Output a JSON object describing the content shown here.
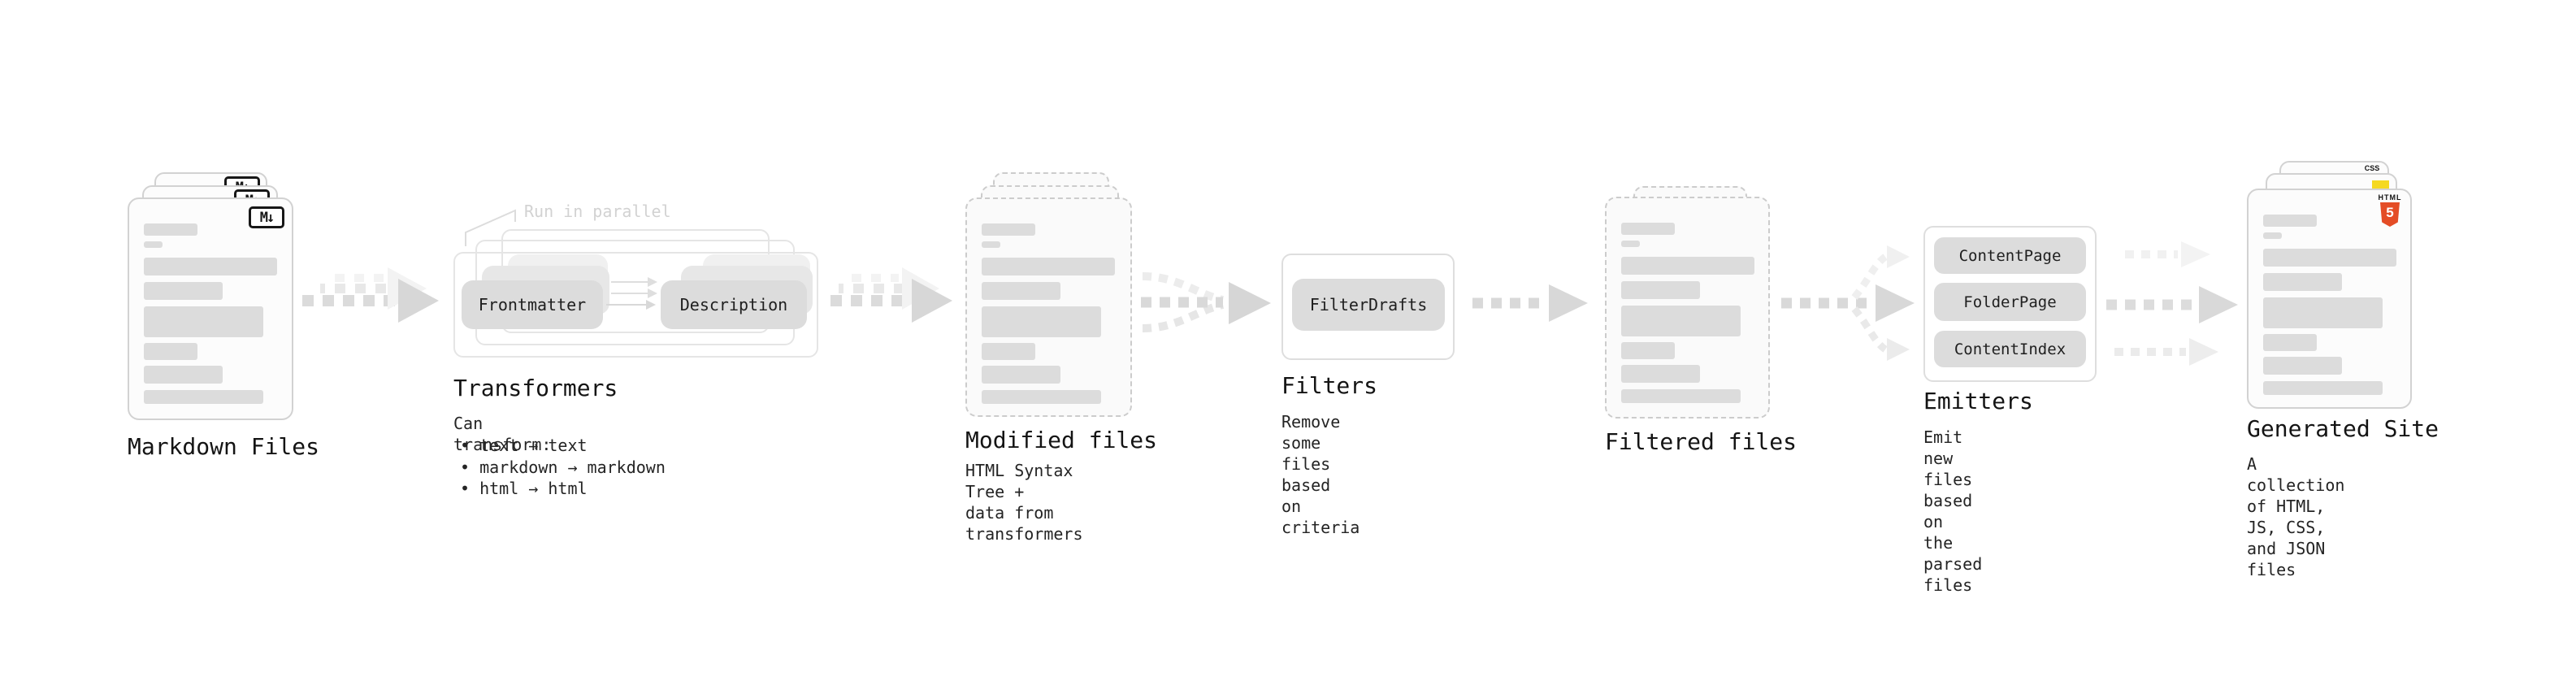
{
  "colors": {
    "html5_orange": "#e44d26",
    "js_yellow": "#f5d922",
    "css_blue": "#2b6bf3"
  },
  "markdown": {
    "label": "Markdown Files",
    "badge": "M↓"
  },
  "transformers": {
    "callout": "Run in parallel",
    "box_left": "Frontmatter",
    "box_right": "Description",
    "label": "Transformers",
    "desc_title": "Can transform:",
    "bullets": [
      "• text → text",
      "• markdown → markdown",
      "• html → html"
    ]
  },
  "modified": {
    "label": "Modified files",
    "desc": "HTML Syntax Tree +\ndata from transformers"
  },
  "filters": {
    "label": "Filters",
    "box": "FilterDrafts",
    "desc": "Remove some files based\non criteria"
  },
  "filtered": {
    "label": "Filtered files"
  },
  "emitters": {
    "label": "Emitters",
    "boxes": [
      "ContentPage",
      "FolderPage",
      "ContentIndex"
    ],
    "desc": "Emit new files based on\nthe parsed files"
  },
  "generated": {
    "label": "Generated Site",
    "desc": "A collection of HTML,\nJS, CSS, and JSON files",
    "html5_word": "HTML",
    "html5_number": "5",
    "css_label": "CSS"
  }
}
